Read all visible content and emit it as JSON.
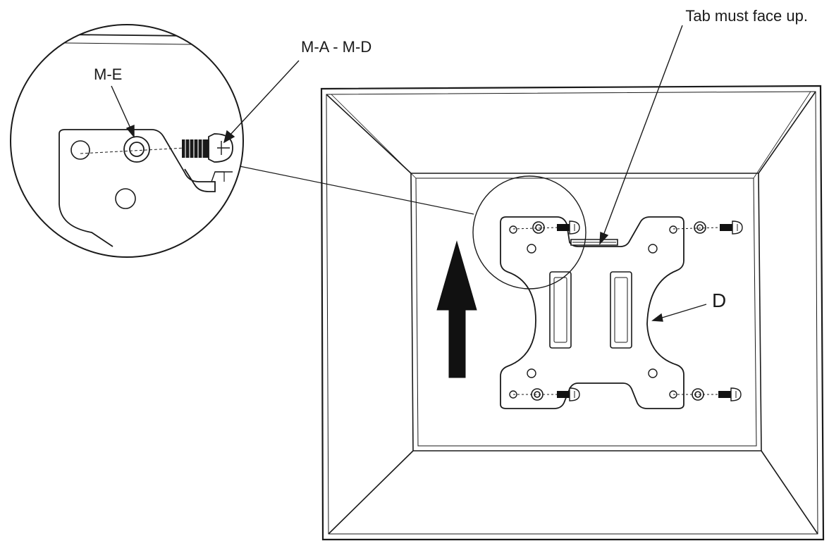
{
  "labels": {
    "tab_note": "Tab must face up.",
    "screws": "M-A - M-D",
    "spacer": "M-E",
    "bracket": "D"
  },
  "colors": {
    "line": "#1a1a1a",
    "background": "#ffffff",
    "arrow_fill": "#111111"
  },
  "icons": {
    "direction_indicator": "up-arrow-icon",
    "fastener": "screw-icon",
    "washer": "spacer-ring-icon"
  }
}
